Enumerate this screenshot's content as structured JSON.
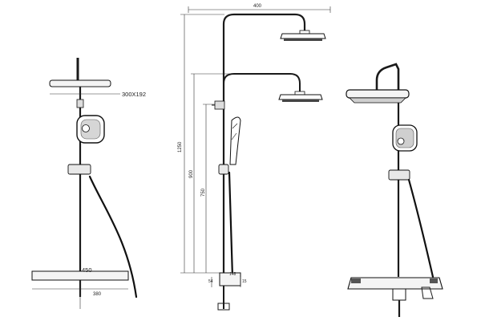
{
  "dimensions": {
    "head_size": "300X192",
    "shelf_width_left": "450",
    "shelf_width_bottom": "380",
    "arm_reach": "400",
    "overall_height": "1250",
    "rail_height_upper": "900",
    "rail_height_lower": "750",
    "bottom_offset": "54",
    "valve_depth": "148",
    "valve_side": "15"
  },
  "colors": {
    "line": "#1a1a1a",
    "panel_fill": "#555555",
    "shelf_fill": "#dcdcdc"
  }
}
